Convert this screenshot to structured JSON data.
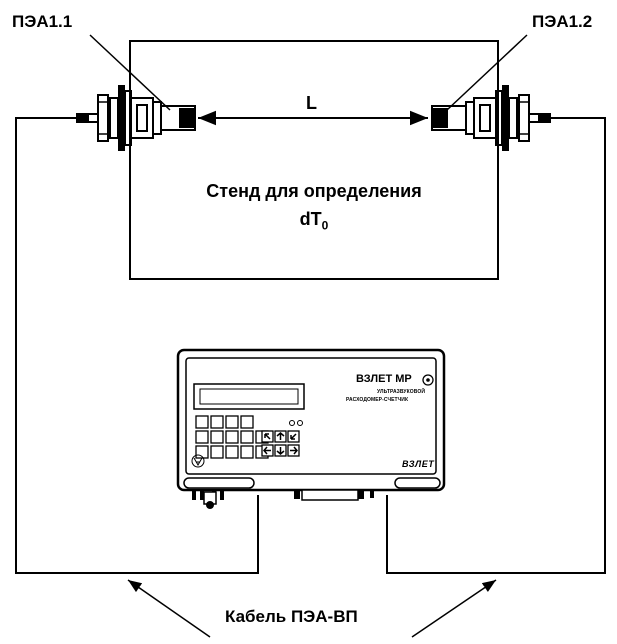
{
  "sensors": {
    "left": "ПЭА1.1",
    "right": "ПЭА1.2"
  },
  "distance_label": "L",
  "stand": {
    "line1": "Стенд для определения",
    "line2_main": "dT",
    "line2_sub": "0"
  },
  "device": {
    "brand": "ВЗЛЕТ МР",
    "subtitle_line1": "УЛЬТРАЗВУКОВОЙ",
    "subtitle_line2": "РАСХОДОМЕР-СЧЕТЧИК",
    "logo": "ВЗЛЕТ"
  },
  "cable_label": "Кабель ПЭА-ВП"
}
